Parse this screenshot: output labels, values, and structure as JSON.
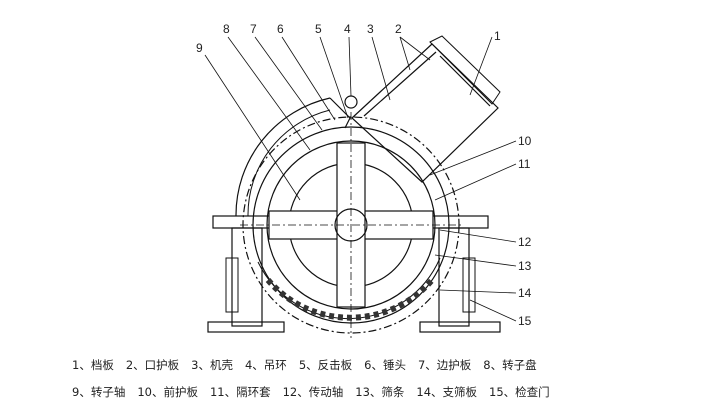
{
  "callouts": [
    "1",
    "2",
    "3",
    "4",
    "5",
    "6",
    "7",
    "8",
    "9",
    "10",
    "11",
    "12",
    "13",
    "14",
    "15"
  ],
  "legend": {
    "row1": [
      "1、档板",
      "2、口护板",
      "3、机壳",
      "4、吊环",
      "5、反击板",
      "6、锤头",
      "7、边护板",
      "8、转子盘"
    ],
    "row2": [
      "9、转子轴",
      "10、前护板",
      "11、隔环套",
      "12、传动轴",
      "13、筛条",
      "14、支筛板",
      "15、检查门"
    ]
  }
}
